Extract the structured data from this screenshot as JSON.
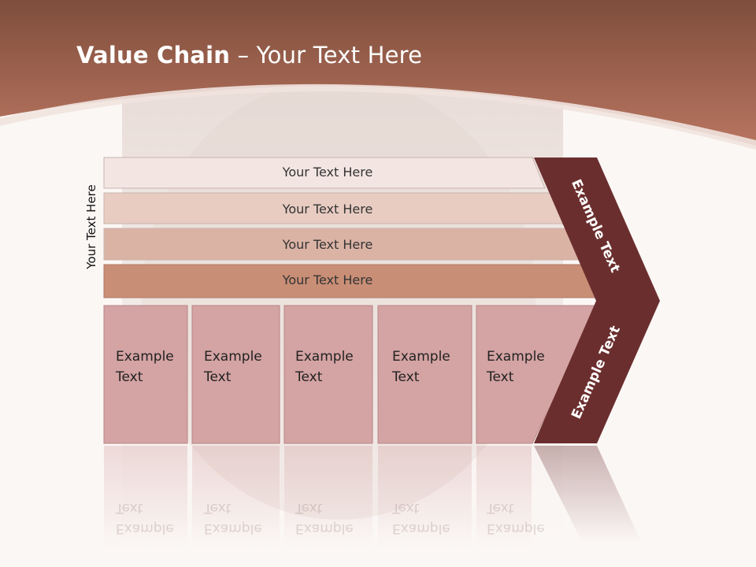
{
  "slide": {
    "title_bold": "Value Chain",
    "title_rest": " – Your Text Here",
    "side_label": "Your Text Here",
    "bands": [
      {
        "label": "Your Text Here",
        "color": "#f3e6e2"
      },
      {
        "label": "Your Text Here",
        "color": "#e8ccc2"
      },
      {
        "label": "Your Text Here",
        "color": "#dbb3a5"
      },
      {
        "label": "Your Text Here",
        "color": "#c98e76"
      }
    ],
    "boxes": [
      {
        "line1": "Example",
        "line2": "Text"
      },
      {
        "line1": "Example",
        "line2": "Text"
      },
      {
        "line1": "Example",
        "line2": "Text"
      },
      {
        "line1": "Example",
        "line2": "Text"
      },
      {
        "line1": "Example",
        "line2": "Text"
      }
    ],
    "chevron_upper_label": "Example Text",
    "chevron_lower_label": "Example Text",
    "colors": {
      "header": "#a86a52",
      "chevron": "#6b2e2e",
      "box_fill": "#d4a3a3"
    }
  }
}
